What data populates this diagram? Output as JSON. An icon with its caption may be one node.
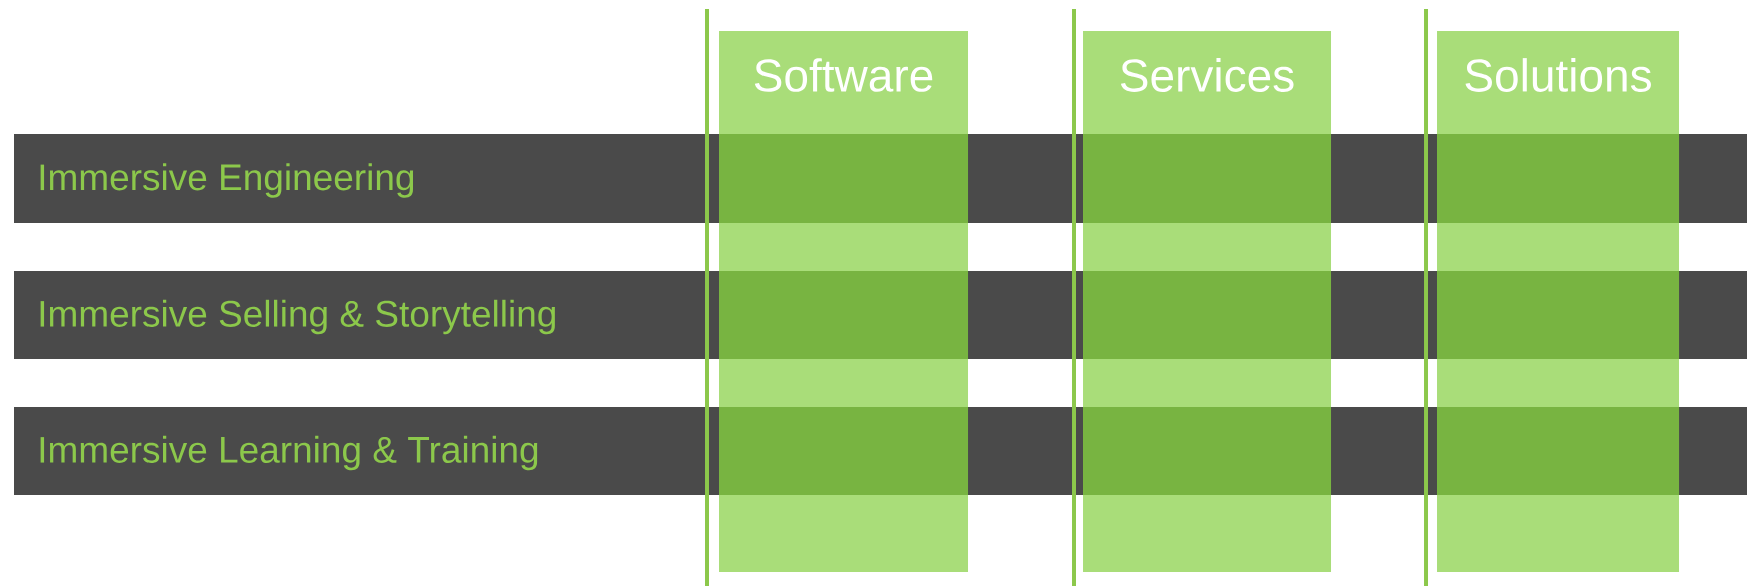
{
  "diagram": {
    "nodes": [
      {
        "text": [
          "Software"
        ]
      },
      {
        "text": [
          "Services"
        ]
      },
      {
        "text": [
          "Solutions"
        ]
      },
      {
        "text": [
          "Immersive Engineering"
        ]
      },
      {
        "text": [
          "Immersive Selling & Storytelling"
        ]
      },
      {
        "text": [
          "Immersive Learning & Training"
        ]
      }
    ]
  }
}
